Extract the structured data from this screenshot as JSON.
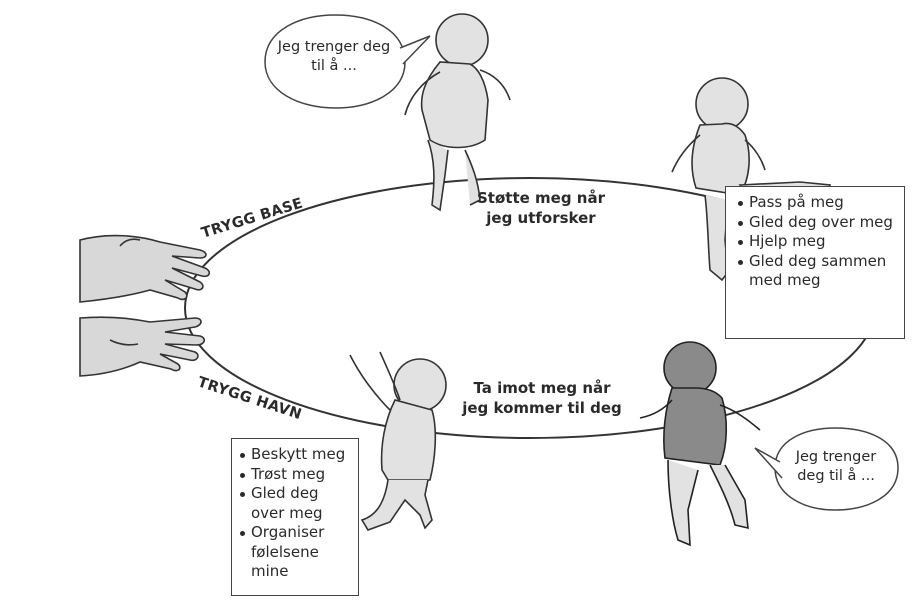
{
  "bubbles": {
    "top": "Jeg trenger deg til å ...",
    "bottom": "Jeg trenger deg til å ..."
  },
  "labels": {
    "secure_base": "TRYGG BASE",
    "safe_haven": "TRYGG HAVN"
  },
  "captions": {
    "top": "Støtte meg når jeg utforsker",
    "bottom": "Ta imot meg når jeg kommer til deg"
  },
  "lists": {
    "exploration_needs": [
      "Pass på meg",
      "Gled deg over meg",
      "Hjelp meg",
      "Gled deg sammen med meg"
    ],
    "comfort_needs": [
      "Beskytt meg",
      "Trøst meg",
      "Gled deg over meg",
      "Organiser følelsene mine"
    ]
  },
  "colors": {
    "line": "#333333",
    "skin_fill": "#d8d8d8",
    "dark_fill": "#8a8a8a",
    "text": "#2a2a2a"
  }
}
